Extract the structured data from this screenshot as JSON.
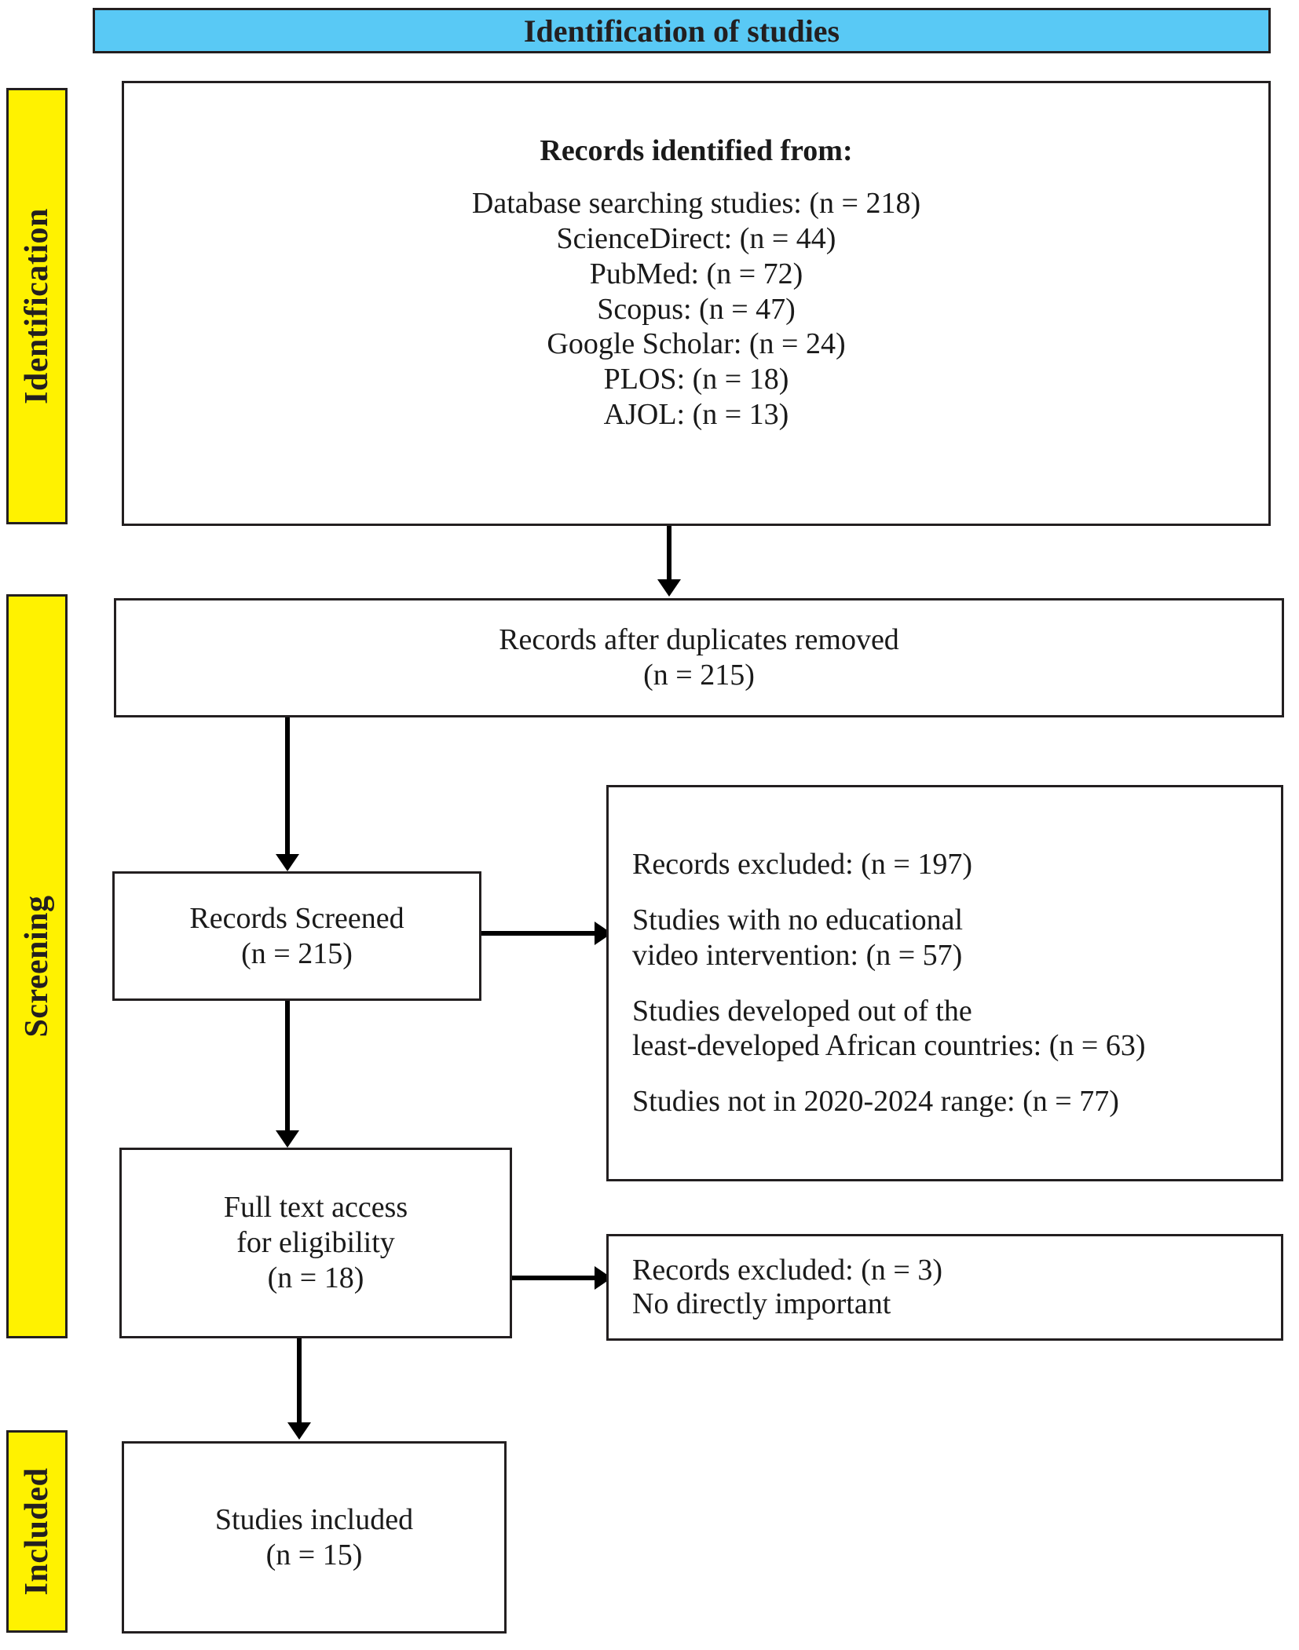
{
  "diagram": {
    "type": "prisma-flow-diagram",
    "header": {
      "label": "Identification of studies",
      "color": "#59C9F5"
    },
    "stages": [
      {
        "key": "identification",
        "label": "Identification",
        "color": "#FFF200"
      },
      {
        "key": "screening",
        "label": "Screening",
        "color": "#FFF200"
      },
      {
        "key": "included",
        "label": "Included",
        "color": "#FFF200"
      }
    ],
    "boxes": {
      "identification": {
        "title": "Records identified from:",
        "lines": [
          "Database searching studies: (n = 218)",
          "ScienceDirect: (n = 44)",
          "PubMed: (n = 72)",
          "Scopus: (n = 47)",
          "Google Scholar: (n = 24)",
          "PLOS: (n = 18)",
          "AJOL: (n = 13)"
        ]
      },
      "duplicates_removed": {
        "lines": [
          "Records after duplicates removed",
          "(n = 215)"
        ]
      },
      "records_screened": {
        "lines": [
          "Records Screened",
          "(n = 215)"
        ]
      },
      "records_excluded_screening": {
        "groups": [
          [
            "Records excluded: (n = 197)"
          ],
          [
            "Studies with no educational",
            "video intervention: (n = 57)"
          ],
          [
            "Studies developed out of the",
            "least-developed African countries: (n = 63)"
          ],
          [
            "Studies not in 2020-2024 range: (n = 77)"
          ]
        ]
      },
      "full_text_eligibility": {
        "lines": [
          "Full text access",
          "for eligibility",
          "(n = 18)"
        ]
      },
      "records_excluded_eligibility": {
        "groups": [
          [
            "Records excluded: (n = 3)",
            "No directly important"
          ]
        ]
      },
      "studies_included": {
        "lines": [
          "Studies included",
          "(n = 15)"
        ]
      }
    }
  },
  "chart_data": {
    "type": "diagram",
    "title": "Identification of studies",
    "nodes": [
      {
        "id": "identified",
        "label": "Records identified from",
        "n": 218,
        "sources": [
          {
            "name": "Database searching studies",
            "n": 218
          },
          {
            "name": "ScienceDirect",
            "n": 44
          },
          {
            "name": "PubMed",
            "n": 72
          },
          {
            "name": "Scopus",
            "n": 47
          },
          {
            "name": "Google Scholar",
            "n": 24
          },
          {
            "name": "PLOS",
            "n": 18
          },
          {
            "name": "AJOL",
            "n": 13
          }
        ]
      },
      {
        "id": "after_duplicates",
        "label": "Records after duplicates removed",
        "n": 215
      },
      {
        "id": "screened",
        "label": "Records Screened",
        "n": 215
      },
      {
        "id": "excluded_screening",
        "label": "Records excluded",
        "n": 197,
        "reasons": [
          {
            "name": "Studies with no educational video intervention",
            "n": 57
          },
          {
            "name": "Studies developed out of the least-developed African countries",
            "n": 63
          },
          {
            "name": "Studies not in 2020-2024 range",
            "n": 77
          }
        ]
      },
      {
        "id": "eligibility",
        "label": "Full text access for eligibility",
        "n": 18
      },
      {
        "id": "excluded_eligibility",
        "label": "Records excluded - No directly important",
        "n": 3
      },
      {
        "id": "included",
        "label": "Studies included",
        "n": 15
      }
    ],
    "edges": [
      {
        "from": "identified",
        "to": "after_duplicates"
      },
      {
        "from": "after_duplicates",
        "to": "screened"
      },
      {
        "from": "screened",
        "to": "excluded_screening"
      },
      {
        "from": "screened",
        "to": "eligibility"
      },
      {
        "from": "eligibility",
        "to": "excluded_eligibility"
      },
      {
        "from": "eligibility",
        "to": "included"
      }
    ]
  }
}
